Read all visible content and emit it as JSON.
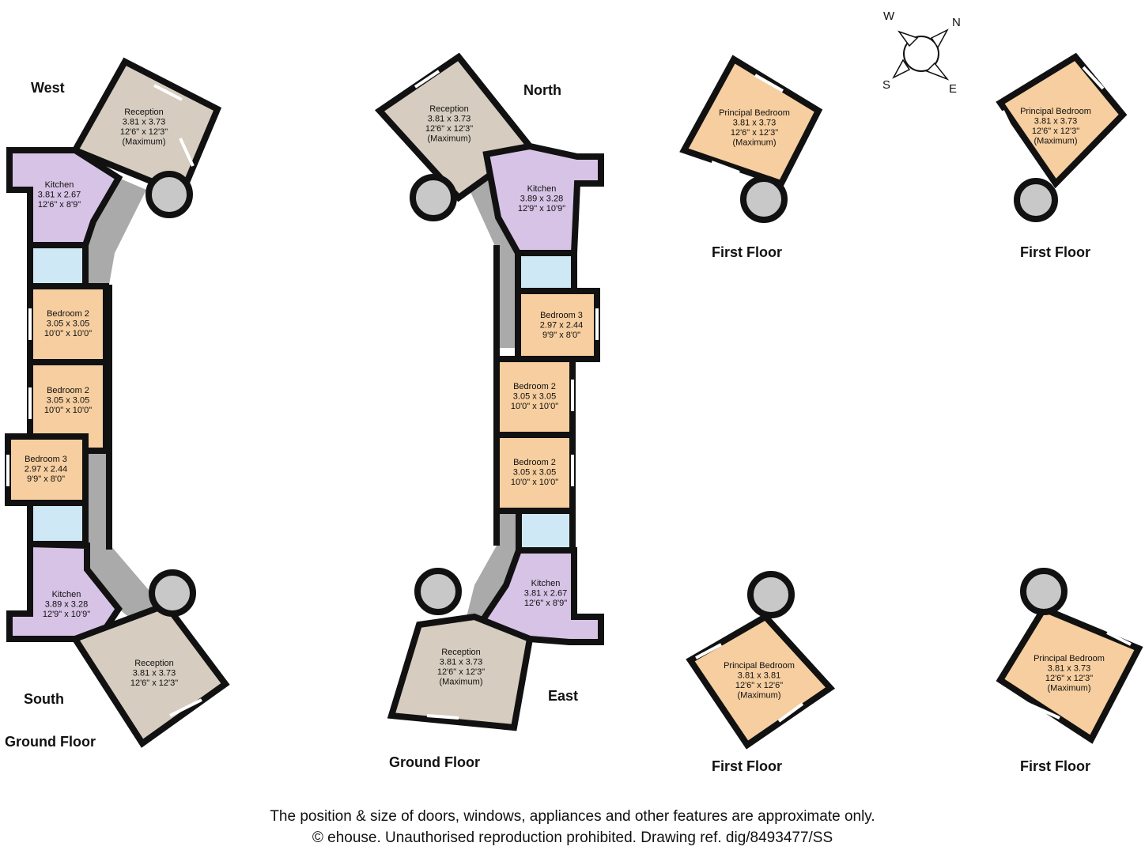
{
  "headings": {
    "west": "West",
    "north": "North",
    "south": "South",
    "east": "East",
    "ground_left": "Ground Floor",
    "ground_mid": "Ground Floor",
    "first_tl": "First Floor",
    "first_tr": "First Floor",
    "first_bl": "First Floor",
    "first_br": "First Floor"
  },
  "compass": {
    "w": "W",
    "n": "N",
    "s": "S",
    "e": "E"
  },
  "rooms": {
    "w_reception": [
      "Reception",
      "3.81 x 3.73",
      "12'6\" x 12'3\"",
      "(Maximum)"
    ],
    "w_kitchen": [
      "Kitchen",
      "3.81 x 2.67",
      "12'6\" x 8'9\""
    ],
    "w_bed2a": [
      "Bedroom 2",
      "3.05 x 3.05",
      "10'0\" x 10'0\""
    ],
    "w_bed2b": [
      "Bedroom 2",
      "3.05 x 3.05",
      "10'0\" x 10'0\""
    ],
    "w_bed3": [
      "Bedroom 3",
      "2.97 x 2.44",
      "9'9\" x 8'0\""
    ],
    "w_kitchen2": [
      "Kitchen",
      "3.89 x 3.28",
      "12'9\" x 10'9\""
    ],
    "w_reception2": [
      "Reception",
      "3.81 x 3.73",
      "12'6\" x 12'3\""
    ],
    "n_reception": [
      "Reception",
      "3.81 x 3.73",
      "12'6\" x 12'3\"",
      "(Maximum)"
    ],
    "n_kitchen": [
      "Kitchen",
      "3.89 x 3.28",
      "12'9\" x 10'9\""
    ],
    "n_bed3": [
      "Bedroom 3",
      "2.97 x 2.44",
      "9'9\" x 8'0\""
    ],
    "n_bed2a": [
      "Bedroom 2",
      "3.05 x 3.05",
      "10'0\" x 10'0\""
    ],
    "n_bed2b": [
      "Bedroom 2",
      "3.05 x 3.05",
      "10'0\" x 10'0\""
    ],
    "n_kitchen2": [
      "Kitchen",
      "3.81 x 2.67",
      "12'6\" x 8'9\""
    ],
    "n_reception2": [
      "Reception",
      "3.81 x 3.73",
      "12'6\" x 12'3\"",
      "(Maximum)"
    ],
    "f_tl": [
      "Principal Bedroom",
      "3.81 x 3.73",
      "12'6\" x 12'3\"",
      "(Maximum)"
    ],
    "f_tr": [
      "Principal Bedroom",
      "3.81 x 3.73",
      "12'6\" x 12'3\"",
      "(Maximum)"
    ],
    "f_bl": [
      "Principal Bedroom",
      "3.81 x 3.81",
      "12'6\" x 12'6\"",
      "(Maximum)"
    ],
    "f_br": [
      "Principal Bedroom",
      "3.81 x 3.73",
      "12'6\" x 12'3\"",
      "(Maximum)"
    ]
  },
  "footer": {
    "line1": "The position & size of doors, windows, appliances and other features are approximate only.",
    "line2": "© ehouse. Unauthorised reproduction prohibited. Drawing ref. dig/8493477/SS"
  },
  "colors": {
    "reception": "#d6ccbf",
    "kitchen": "#d7c3e6",
    "bedroom": "#f6ce9f",
    "bathroom": "#cfe8f5",
    "hallway": "#aaaaaa",
    "wall": "#111111"
  }
}
